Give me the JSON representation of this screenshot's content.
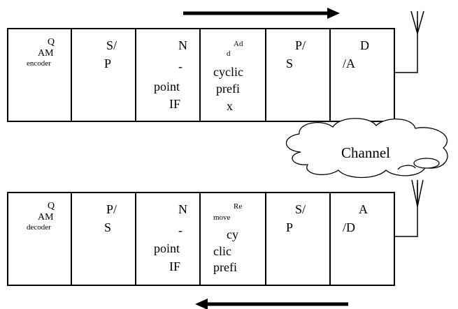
{
  "transmitter": {
    "qam": [
      "Q",
      "AM",
      "encoder"
    ],
    "sp": [
      "S/",
      "P"
    ],
    "ifft": [
      "N",
      "-",
      "point",
      "IF"
    ],
    "add_cp": [
      "Ad",
      "d",
      "cyclic",
      "prefi",
      "x"
    ],
    "ps": [
      "P/",
      "S"
    ],
    "da": [
      "D",
      "/A"
    ]
  },
  "receiver": {
    "qam": [
      "Q",
      "AM",
      "decoder"
    ],
    "ps": [
      "P/",
      "S"
    ],
    "fft": [
      "N",
      "-",
      "point",
      "IF"
    ],
    "remove_cp": [
      "Re",
      "move",
      "cy",
      "clic",
      "prefi"
    ],
    "sp": [
      "S/",
      "P"
    ],
    "ad": [
      "A",
      "/D"
    ]
  },
  "channel_label": "Channel"
}
